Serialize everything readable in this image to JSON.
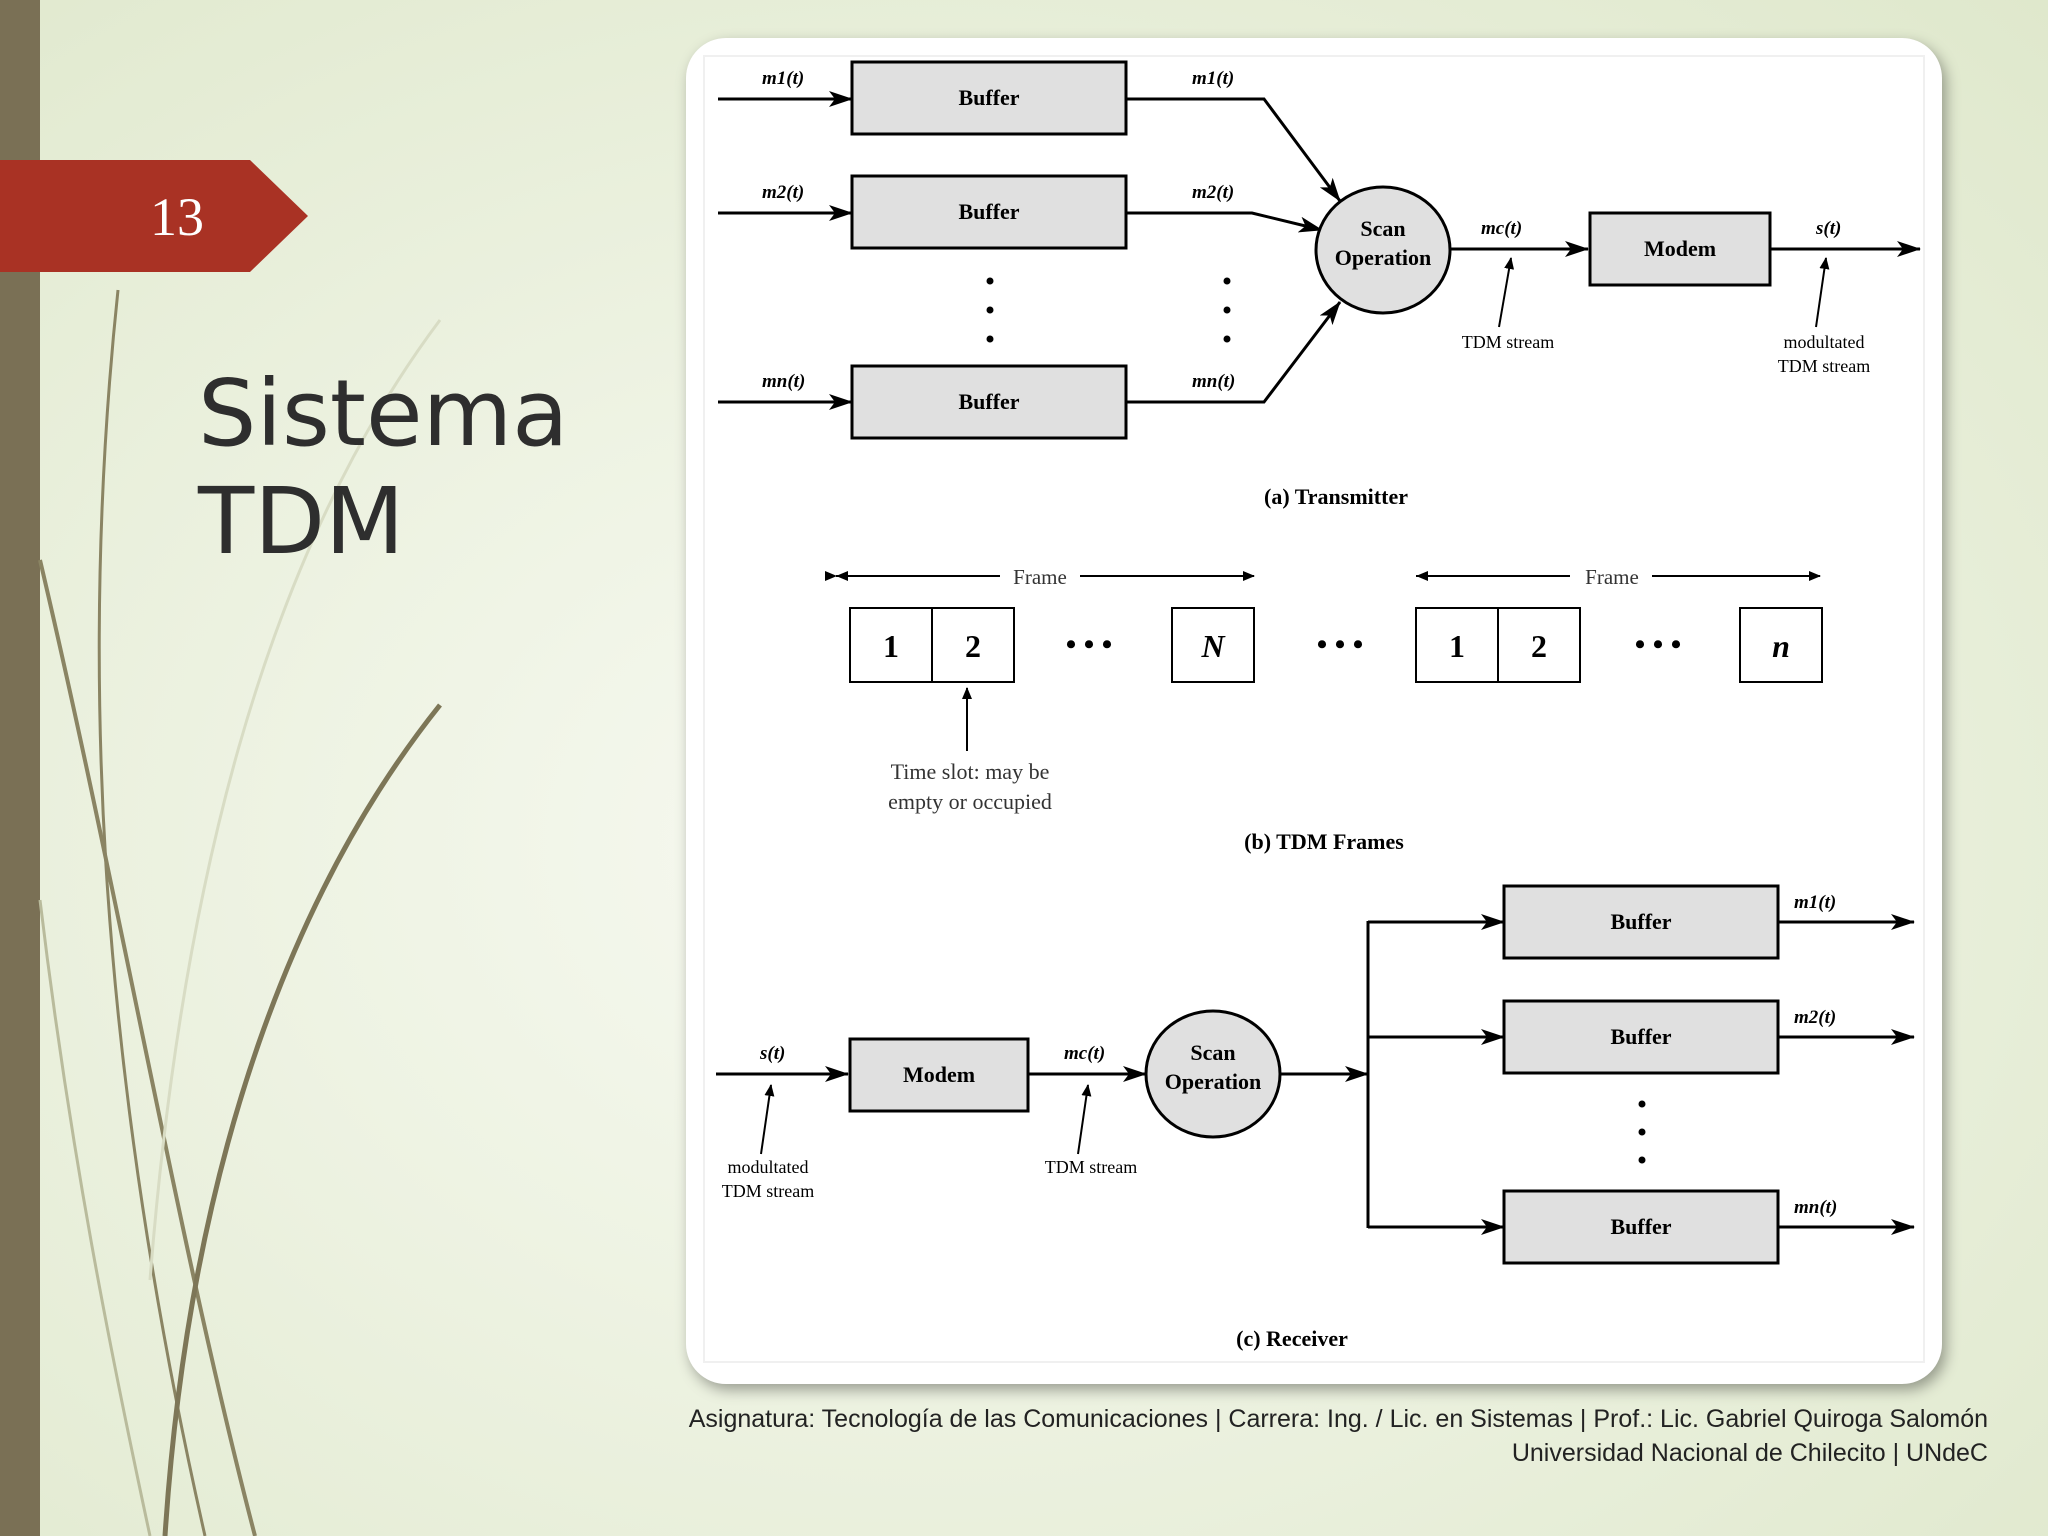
{
  "slide": {
    "number": "13",
    "title_line1": "Sistema",
    "title_line2": "TDM"
  },
  "diagram": {
    "transmitter": {
      "inputs": [
        "m1(t)",
        "m2(t)",
        "mn(t)"
      ],
      "buffer_label": "Buffer",
      "outputs": [
        "m1(t)",
        "m2(t)",
        "mn(t)"
      ],
      "scan_line1": "Scan",
      "scan_line2": "Operation",
      "stream_label": "mc(t)",
      "modem_label": "Modem",
      "out_label": "s(t)",
      "tdm_stream_note": "TDM stream",
      "modulated_note_line1": "modultated",
      "modulated_note_line2": "TDM stream",
      "caption": "(a) Transmitter"
    },
    "frames": {
      "frame_label": "Frame",
      "slots_first": [
        "1",
        "2",
        "N"
      ],
      "slots_second": [
        "1",
        "2",
        "n"
      ],
      "dots": "• • •",
      "slot_note_line1": "Time slot: may be",
      "slot_note_line2": "empty or occupied",
      "caption": "(b) TDM Frames"
    },
    "receiver": {
      "in_label": "s(t)",
      "modem_label": "Modem",
      "stream_label": "mc(t)",
      "scan_line1": "Scan",
      "scan_line2": "Operation",
      "buffer_label": "Buffer",
      "outputs": [
        "m1(t)",
        "m2(t)",
        "mn(t)"
      ],
      "modulated_note_line1": "modultated",
      "modulated_note_line2": "TDM stream",
      "tdm_stream_note": "TDM stream",
      "caption": "(c) Receiver"
    }
  },
  "footer": {
    "line1": "Asignatura: Tecnología de las Comunicaciones | Carrera: Ing. / Lic. en Sistemas | Prof.: Lic. Gabriel Quiroga Salomón",
    "line2": "Universidad Nacional de Chilecito | UNdeC"
  },
  "colors": {
    "accent_red": "#a93224",
    "side_bar": "#7a7055",
    "box_fill": "#e0e0e0"
  }
}
